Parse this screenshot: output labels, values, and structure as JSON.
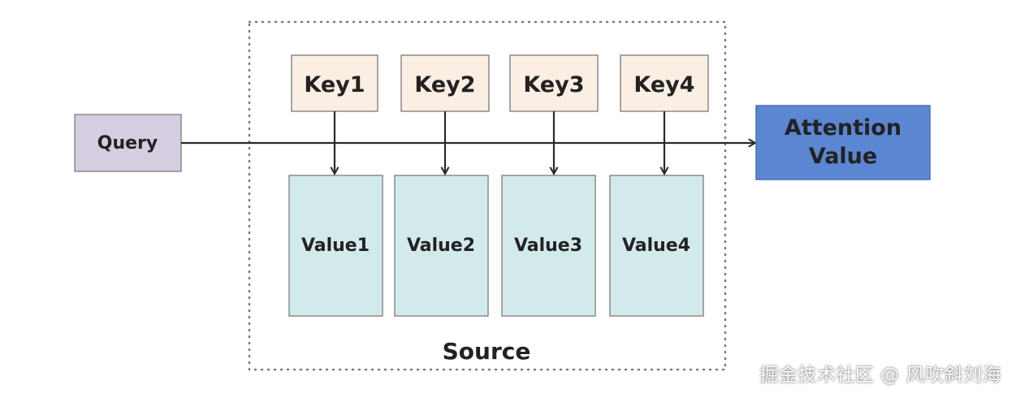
{
  "diagram": {
    "query": "Query",
    "keys": [
      "Key1",
      "Key2",
      "Key3",
      "Key4"
    ],
    "values": [
      "Value1",
      "Value2",
      "Value3",
      "Value4"
    ],
    "source_label": "Source",
    "attention_line1": "Attention",
    "attention_line2": "Value"
  },
  "watermark": "掘金技术社区 @ 风吹斜刘海",
  "colors": {
    "query_fill": "#d5cde0",
    "key_fill": "#fbeee2",
    "value_fill": "#d3eaec",
    "attention_fill": "#5b86d1",
    "stroke": "#8a8a8a",
    "arrow": "#2a2a2a"
  }
}
